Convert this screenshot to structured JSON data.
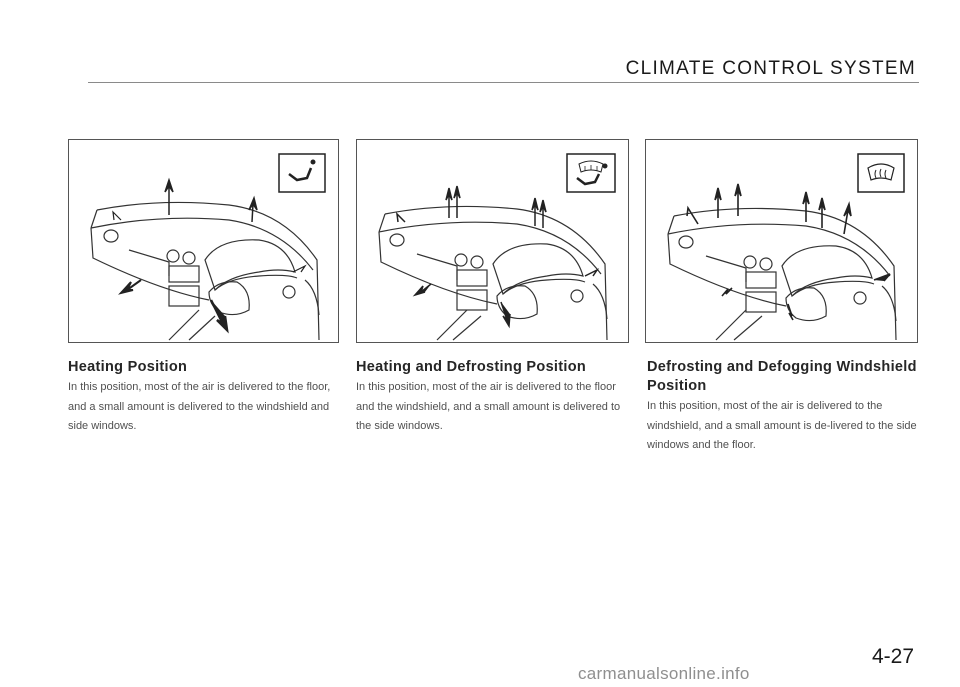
{
  "header": {
    "title": "CLIMATE CONTROL SYSTEM"
  },
  "panels": [
    {
      "icon": "heat-mode-icon",
      "title": "Heating Position",
      "body": "In this position, most of the air is delivered to the floor, and a small amount is delivered to the windshield and side windows."
    },
    {
      "icon": "heat-defrost-mode-icon",
      "title": "Heating and Defrosting Position",
      "body": "In this position, most of the air is delivered to the floor and the windshield, and a small amount is delivered to the side windows."
    },
    {
      "icon": "defrost-mode-icon",
      "title": "Defrosting and Defogging Windshield Position",
      "body": "In this position, most of the air is delivered to the windshield, and a small amount is de-livered to the side windows and the floor."
    }
  ],
  "footer": {
    "page_number": "4-27",
    "watermark": "carmanualsonline.info"
  }
}
